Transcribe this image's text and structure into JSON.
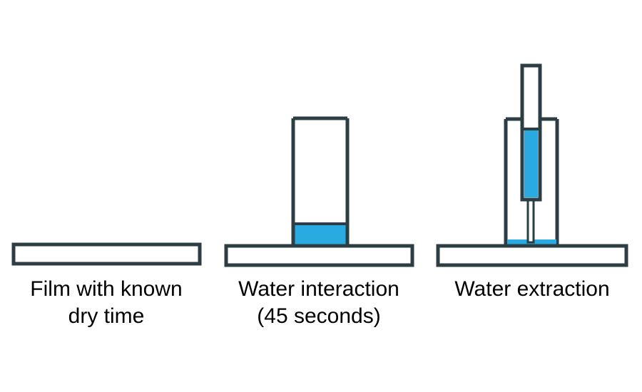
{
  "figure": {
    "title": "Film water interaction and extraction test sequence",
    "background_color": "#ffffff",
    "stroke_color": "#2c3e44",
    "water_color": "#29abe2",
    "fill_color": "#ffffff",
    "text_color": "#000000"
  },
  "panels": [
    {
      "id": "panel-1",
      "name": "film-with-known-dry-time",
      "caption_line_1": "Film with known",
      "caption_line_2": "dry time",
      "parts": [
        {
          "name": "film-substrate-bar",
          "label": "Film substrate"
        }
      ]
    },
    {
      "id": "panel-2",
      "name": "water-interaction",
      "caption_line_1": "Water interaction",
      "caption_line_2": "(45 seconds)",
      "duration_seconds": 45,
      "parts": [
        {
          "name": "film-substrate-bar",
          "label": "Film substrate"
        },
        {
          "name": "water-cylinder",
          "label": "Open cylinder"
        },
        {
          "name": "water-body",
          "label": "Water on film"
        }
      ]
    },
    {
      "id": "panel-3",
      "name": "water-extraction",
      "caption_line_1": "Water extraction",
      "caption_line_2": "",
      "parts": [
        {
          "name": "film-substrate-bar",
          "label": "Film substrate"
        },
        {
          "name": "water-cylinder",
          "label": "Open cylinder"
        },
        {
          "name": "syringe-barrel",
          "label": "Syringe barrel"
        },
        {
          "name": "syringe-water-column",
          "label": "Extracted water"
        },
        {
          "name": "syringe-needle",
          "label": "Needle"
        },
        {
          "name": "residual-water-film",
          "label": "Residual water layer"
        }
      ]
    }
  ]
}
